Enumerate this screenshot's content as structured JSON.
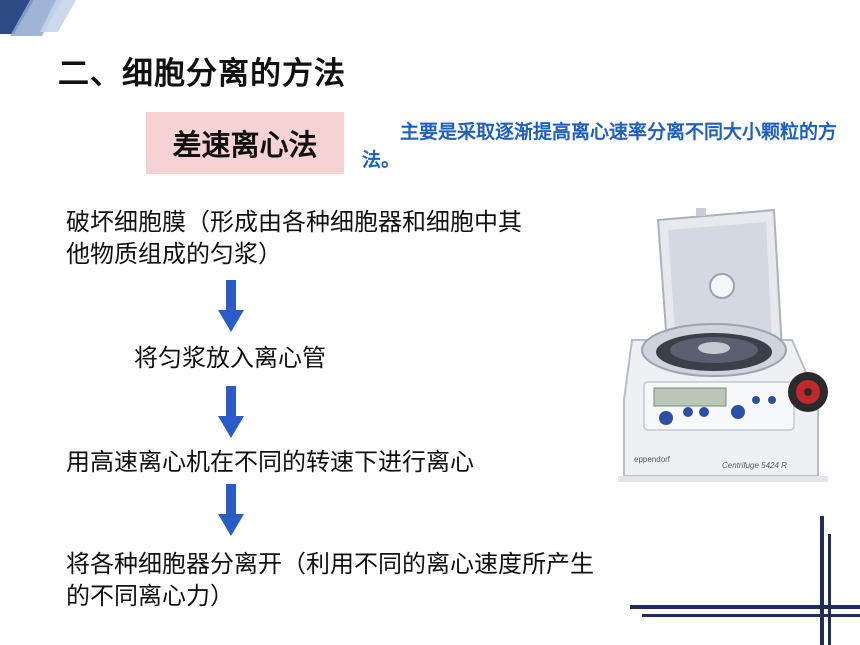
{
  "slide": {
    "title": "二、细胞分离的方法",
    "method_label": "差速离心法",
    "method_description": "主要是采取逐渐提高离心速率分离不同大小颗粒的方法。",
    "steps": [
      "破坏细胞膜（形成由各种细胞器和细胞中其他物质组成的匀浆）",
      "将匀浆放入离心管",
      "用高速离心机在不同的转速下进行离心",
      "将各种细胞器分离开（利用不同的离心速度所产生的不同离心力）"
    ],
    "image": {
      "brand_text": "eppendorf",
      "model_text": "Centrifuge 5424 R"
    }
  },
  "colors": {
    "accent_blue": "#1f5fbf",
    "arrow_blue": "#2a5cc8",
    "method_box_bg": "#f6d2d2",
    "navy_line": "#1b2e5e"
  }
}
